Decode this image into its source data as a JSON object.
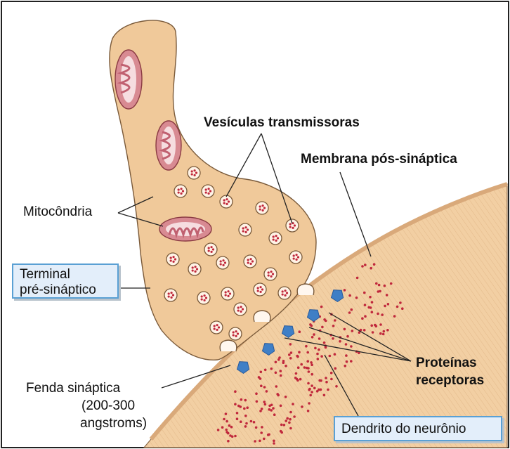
{
  "labels": {
    "vesiculas": "Vesículas transmissoras",
    "membrana": "Membrana pós-sináptica",
    "mitocondria": "Mitocôndria",
    "terminal_line1": "Terminal",
    "terminal_line2": "pré-sináptico",
    "fenda_line1": "Fenda sináptica",
    "fenda_line2": "(200-300",
    "fenda_line3": "angstroms)",
    "proteinas_line1": "Proteínas",
    "proteinas_line2": "receptoras",
    "dendrito": "Dendrito do neurônio"
  },
  "colors": {
    "terminal_fill": "#f0c99a",
    "dendrite_fill": "#f2cfa3",
    "vesicle_red": "#c0283c",
    "receptor_blue": "#3f7fc6",
    "box_fill": "#e3eefa",
    "box_border": "#5aa0d4"
  }
}
